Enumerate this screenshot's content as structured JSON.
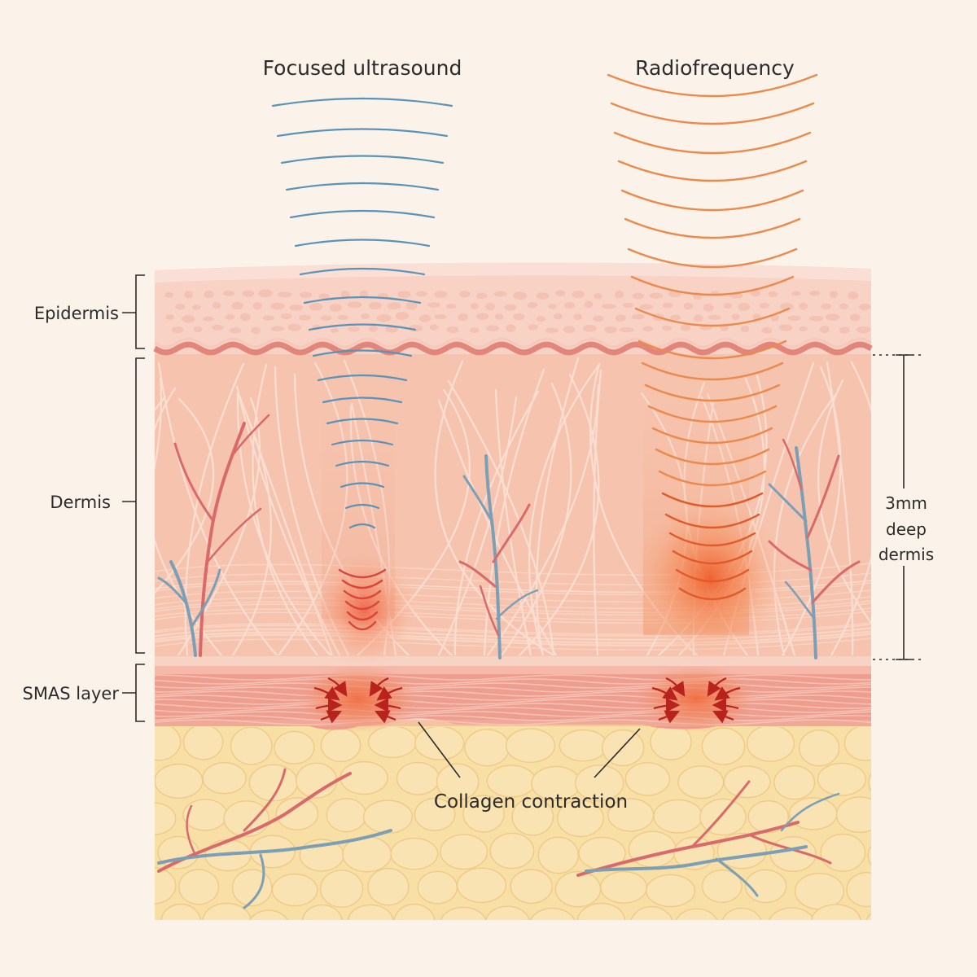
{
  "diagram": {
    "titles": {
      "ultrasound": "Focused ultrasound",
      "radiofrequency": "Radiofrequency"
    },
    "layers": {
      "epidermis": "Epidermis",
      "dermis": "Dermis",
      "smas": "SMAS layer"
    },
    "depth_label": {
      "line1": "3mm",
      "line2": "deep",
      "line3": "dermis"
    },
    "callout": "Collagen contraction",
    "colors": {
      "background": "#fbf3ea",
      "ultrasound_wave": "#5b93b8",
      "ultrasound_focus": "#d8453a",
      "radiofrequency_wave": "#ec8a4e",
      "radiofrequency_focus": "#e05a2a",
      "epidermis": "#f7d2c5",
      "dermis": "#f6c4ae",
      "smas": "#ee9e8e",
      "fat": "#f8dfa6",
      "vessel_artery": "#d9696a",
      "vessel_vein": "#7d9fb5"
    }
  }
}
